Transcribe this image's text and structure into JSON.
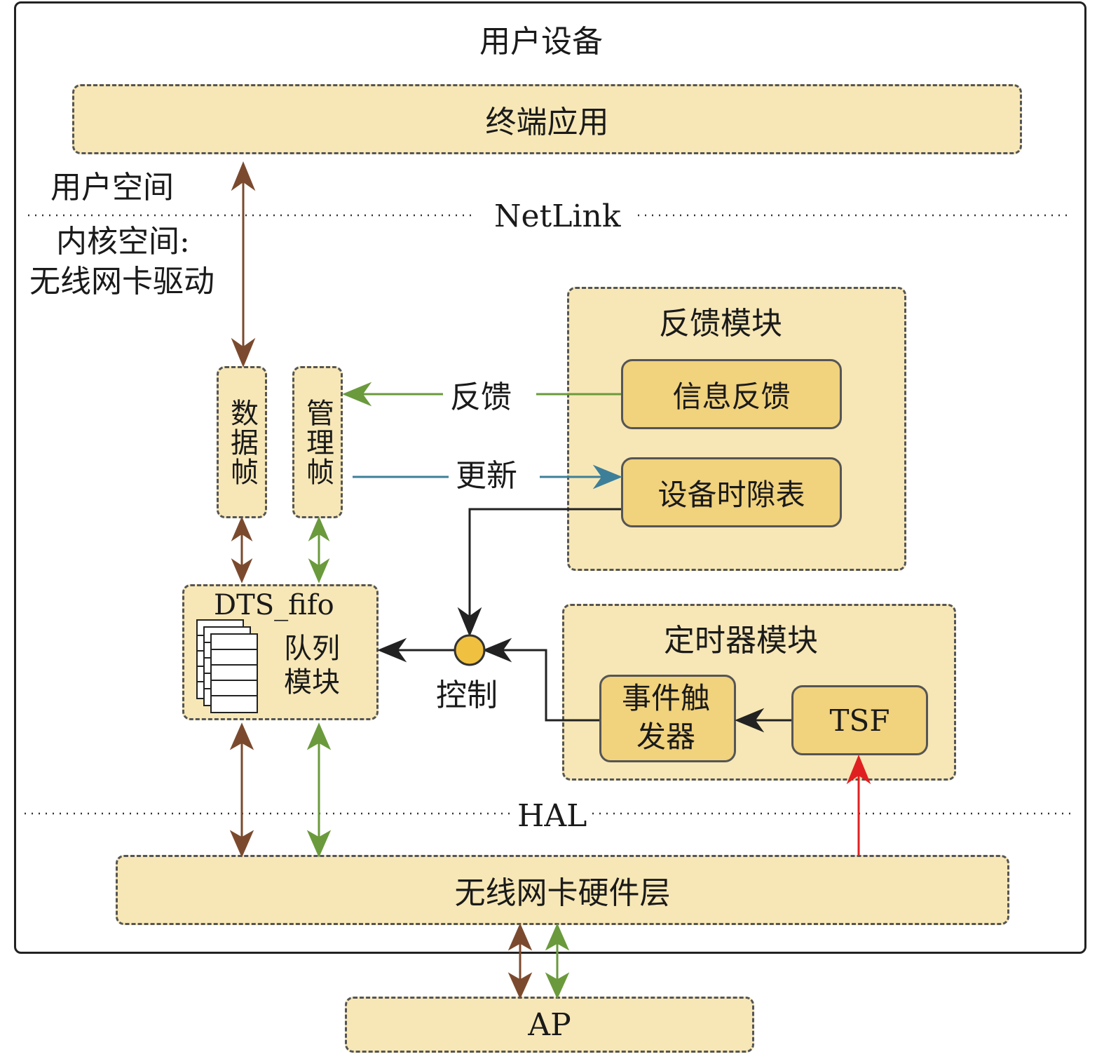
{
  "outer_title": "用户设备",
  "terminal_app": "终端应用",
  "user_space": "用户空间",
  "netlink": "NetLink",
  "kernel_space_line1": "内核空间:",
  "kernel_space_line2": "无线网卡驱动",
  "data_frame": "数据帧",
  "mgmt_frame": "管理帧",
  "feedback_module": {
    "title": "反馈模块",
    "info_feedback": "信息反馈",
    "slot_table": "设备时隙表"
  },
  "label_feedback": "反馈",
  "label_update": "更新",
  "label_control": "控制",
  "dts_fifo": {
    "title": "DTS_fifo",
    "line1": "队列",
    "line2": "模块"
  },
  "timer_module": {
    "title": "定时器模块",
    "trigger_line1": "事件触",
    "trigger_line2": "发器",
    "tsf": "TSF"
  },
  "hal": "HAL",
  "hw_layer": "无线网卡硬件层",
  "ap": "AP",
  "colors": {
    "box_fill": "#f7e7b6",
    "inner_fill": "#f1d27d",
    "data_arrow": "#7b4a2e",
    "mgmt_arrow": "#6a9a3c",
    "update_arrow": "#3d7f99",
    "tsf_arrow": "#e02020",
    "control_node": "#f0c040"
  }
}
